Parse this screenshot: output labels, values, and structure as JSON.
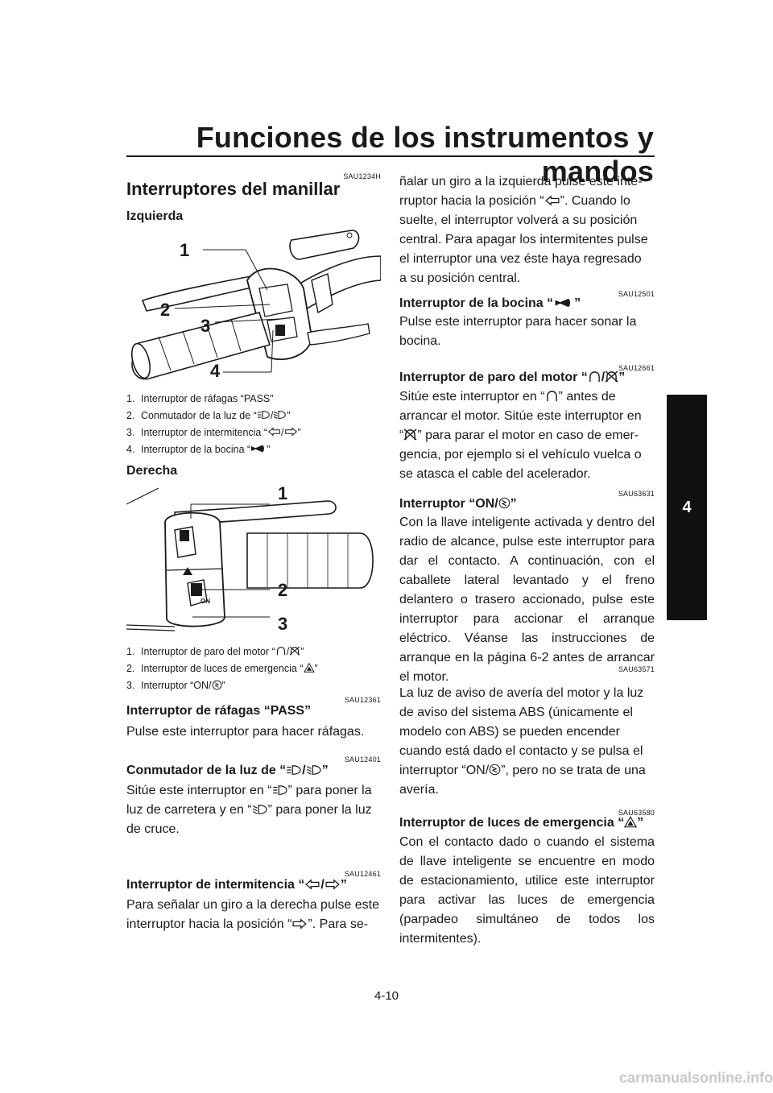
{
  "header": {
    "title": "Funciones de los instrumentos y mandos",
    "chapter_tab": "4"
  },
  "left": {
    "section_code": "SAU1234H",
    "section_title": "Interruptores del manillar",
    "fig1": {
      "label": "Izquierda",
      "callouts": [
        "1",
        "2",
        "3",
        "4"
      ],
      "captions": [
        {
          "num": "1.",
          "text": "Interruptor de ráfagas “PASS”"
        },
        {
          "num": "2.",
          "text": "Conmutador de la luz de “",
          "tail": "”"
        },
        {
          "num": "3.",
          "text": "Interruptor de intermitencia “",
          "tail": "”"
        },
        {
          "num": "4.",
          "text": "Interruptor de la bocina “",
          "tail": "”"
        }
      ]
    },
    "fig2": {
      "label": "Derecha",
      "callouts": [
        "1",
        "2",
        "3"
      ],
      "switch_text": "ON",
      "captions": [
        {
          "num": "1.",
          "text": "Interruptor de paro del motor “",
          "tail": "”"
        },
        {
          "num": "2.",
          "text": "Interruptor de luces de emergencia “",
          "tail": "”"
        },
        {
          "num": "3.",
          "text": "Interruptor “ON/",
          "tail": "”"
        }
      ]
    },
    "pass": {
      "code": "SAU12361",
      "title": "Interruptor de ráfagas “PASS”",
      "body": "Pulse este interruptor para hacer ráfagas."
    },
    "dimmer": {
      "code": "SAU12401",
      "title_a": "Conmutador de la luz de “",
      "title_b": "”",
      "line1a": "Sitúe este interruptor en “",
      "line1b": "” para poner la",
      "line2a": "luz de carretera y en “",
      "line2b": "” para poner la luz",
      "line3": "de cruce."
    },
    "turn": {
      "code": "SAU12461",
      "title_a": "Interruptor de intermitencia “",
      "title_b": "”",
      "line1": "Para señalar un giro a la derecha pulse este",
      "line2a": "interruptor hacia la posición “",
      "line2b": "”. Para se-"
    }
  },
  "right": {
    "turn_cont": {
      "line1": "ñalar un giro a la izquierda pulse este inte-",
      "line2a": "rruptor hacia la posición “",
      "line2b": "”. Cuando lo",
      "line3": "suelte, el interruptor volverá a su posición",
      "line4": "central. Para apagar los intermitentes pulse",
      "line5": "el interruptor una vez éste haya regresado",
      "line6": "a su posición central."
    },
    "horn": {
      "code": "SAU12501",
      "title_a": "Interruptor de la bocina “",
      "title_b": "”",
      "line1": "Pulse este interruptor para hacer sonar la",
      "line2": "bocina."
    },
    "stop": {
      "code": "SAU12661",
      "title_a": "Interruptor de paro del motor “",
      "title_b": "”",
      "line1a": "Sitúe este interruptor en “",
      "line1b": "” antes de",
      "line2": "arrancar el motor. Sitúe este interruptor en",
      "line3a": "“",
      "line3b": "” para parar el motor en caso de emer-",
      "line4": "gencia, por ejemplo si el vehículo vuelca o",
      "line5": "se atasca el cable del acelerador."
    },
    "on": {
      "code": "SAU63631",
      "title_a": "Interruptor “ON/",
      "title_b": "”",
      "body": "Con la llave inteligente activada y dentro del radio de alcance, pulse este interruptor para dar el contacto. A continuación, con el caballete lateral levantado y el freno delantero o trasero accionado, pulse este interruptor para accionar el arranque eléctrico. Véanse las instrucciones de arranque en la página 6-2 antes de arrancar el motor."
    },
    "warn": {
      "code": "SAU63571",
      "line1": "La luz de aviso de avería del motor y la luz",
      "line2": "de aviso del sistema ABS (únicamente el",
      "line3": "modelo con ABS) se pueden encender",
      "line4": "cuando está dado el contacto y se pulsa el",
      "line5a": "interruptor “ON/",
      "line5b": "”, pero no se trata de una",
      "line6": "avería."
    },
    "hazard": {
      "code": "SAU63580",
      "title_a": "Interruptor de luces de emergencia “",
      "title_b": "”",
      "body": "Con el contacto dado o cuando el sistema de llave inteligente se encuentre en modo de estacionamiento, utilice este interruptor para activar las luces de emergencia (parpadeo simultáneo de todos los intermitentes)."
    }
  },
  "footer": {
    "page_number": "4-10",
    "watermark": "carmanualsonline.info"
  },
  "icons": [
    "high-beam-icon",
    "low-beam-icon",
    "turn-left-icon",
    "turn-right-icon",
    "horn-icon",
    "run-icon",
    "off-icon",
    "start-icon",
    "hazard-icon"
  ]
}
